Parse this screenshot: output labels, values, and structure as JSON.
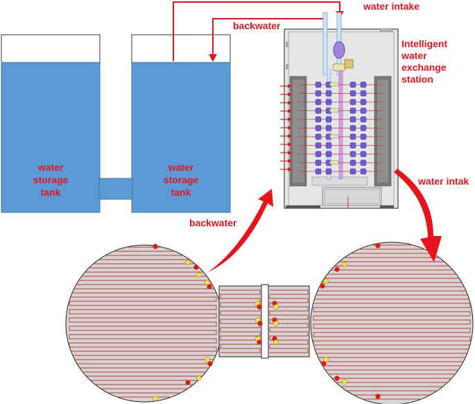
{
  "labels": {
    "water_intake_top": "water intake",
    "backwater_top": "backwater",
    "station": [
      "Intelligent",
      "water",
      "exchange",
      "station"
    ],
    "water_intake_right": "water intak",
    "backwater_left": "backwater"
  },
  "tanks": [
    {
      "lines": [
        "water",
        "storage",
        "tank"
      ]
    },
    {
      "lines": [
        "water",
        "storage",
        "tank"
      ]
    }
  ],
  "colors": {
    "water": "#5b9bd5",
    "arrow": "#e8141b",
    "pipe": "#c0392b",
    "disc": "#d4d4d4",
    "cabinet": "#e6e6e6",
    "valve": "#6b5bd6",
    "node_red": "#e8141b",
    "node_yellow": "#f4e23a"
  },
  "icons": [
    "arrow-icon",
    "valve-icon",
    "pump-icon"
  ]
}
